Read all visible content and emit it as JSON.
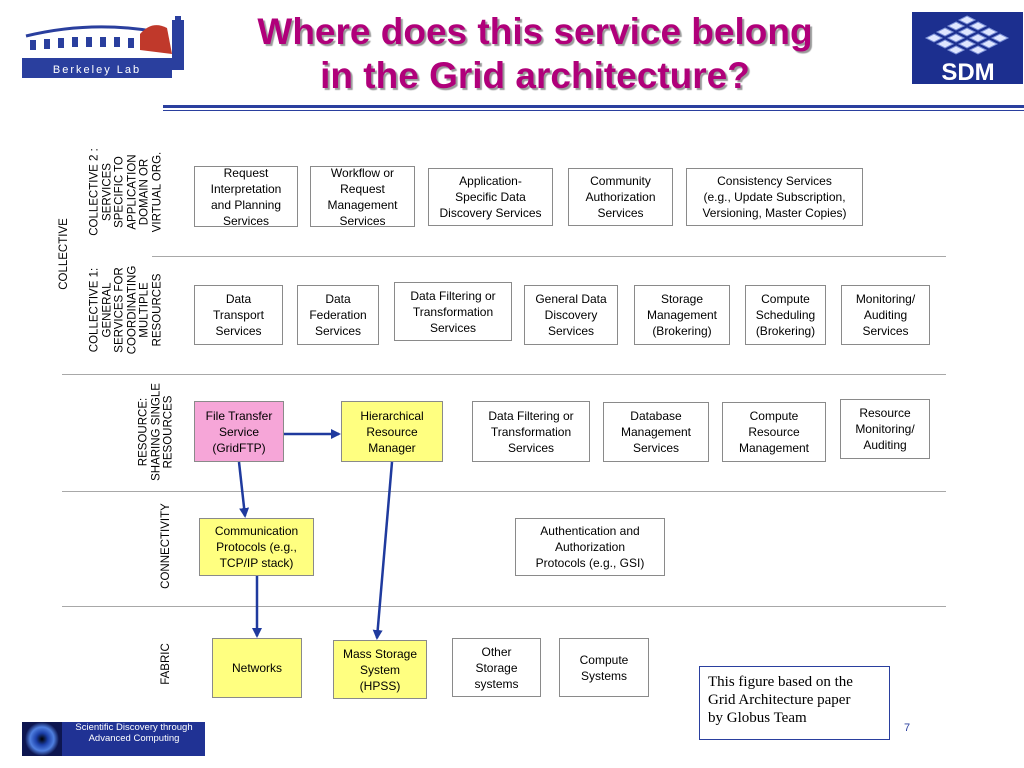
{
  "title": "Where does this service belong\nin the Grid architecture?",
  "logos": {
    "berkeley_lab": "Berkeley Lab",
    "sdm": "SDM",
    "scidac": "Scientific Discovery through Advanced Computing"
  },
  "layers": {
    "collective": "COLLECTIVE",
    "collective2": "COLLECTIVE 2 :\nSERVICES\nSPECIFIC TO\nAPPLICATION\nDOMAIN OR\nVIRTUAL ORG.",
    "collective1": "COLLECTIVE 1:\nGENERAL\nSERVICES FOR\nCOORDINATING\nMULTIPLE\nRESOURCES",
    "resource": "RESOURCE:\nSHARING SINGLE\nRESOURCES",
    "connectivity": "CONNECTIVITY",
    "fabric": "FABRIC"
  },
  "boxes": {
    "c2_request": "Request\nInterpretation\nand Planning\nServices",
    "c2_workflow": "Workflow or\nRequest\nManagement\nServices",
    "c2_appdiscovery": "Application-\nSpecific Data\nDiscovery Services",
    "c2_community": "Community\nAuthorization\nServices",
    "c2_consistency": "Consistency Services\n(e.g., Update Subscription,\nVersioning, Master Copies)",
    "c1_transport": "Data\nTransport\nServices",
    "c1_federation": "Data\nFederation\nServices",
    "c1_filtering": "Data Filtering or\nTransformation\nServices",
    "c1_discovery": "General Data\nDiscovery\nServices",
    "c1_storage": "Storage\nManagement\n(Brokering)",
    "c1_compute": "Compute\nScheduling\n(Brokering)",
    "c1_monitoring": "Monitoring/\nAuditing\nServices",
    "r_filetransfer": "File Transfer\nService\n(GridFTP)",
    "r_hrm": "Hierarchical\nResource\nManager",
    "r_filtering": "Data Filtering or\nTransformation\nServices",
    "r_database": "Database\nManagement\nServices",
    "r_compute": "Compute\nResource\nManagement",
    "r_monitoring": "Resource\nMonitoring/\nAuditing",
    "cn_protocols": "Communication\nProtocols (e.g.,\nTCP/IP stack)",
    "cn_auth": "Authentication and\nAuthorization\nProtocols (e.g., GSI)",
    "f_networks": "Networks",
    "f_mss": "Mass Storage\nSystem\n(HPSS)",
    "f_other": "Other\nStorage\nsystems",
    "f_compute": "Compute\nSystems"
  },
  "note": "This figure based on the\nGrid Architecture paper\nby Globus Team",
  "page_number": "7",
  "colors": {
    "title": "#b0007a",
    "highlight_pink": "#f6a6d8",
    "highlight_yellow": "#ffff80",
    "arrow": "#1f3a9e",
    "rule": "#2a3f9e"
  }
}
